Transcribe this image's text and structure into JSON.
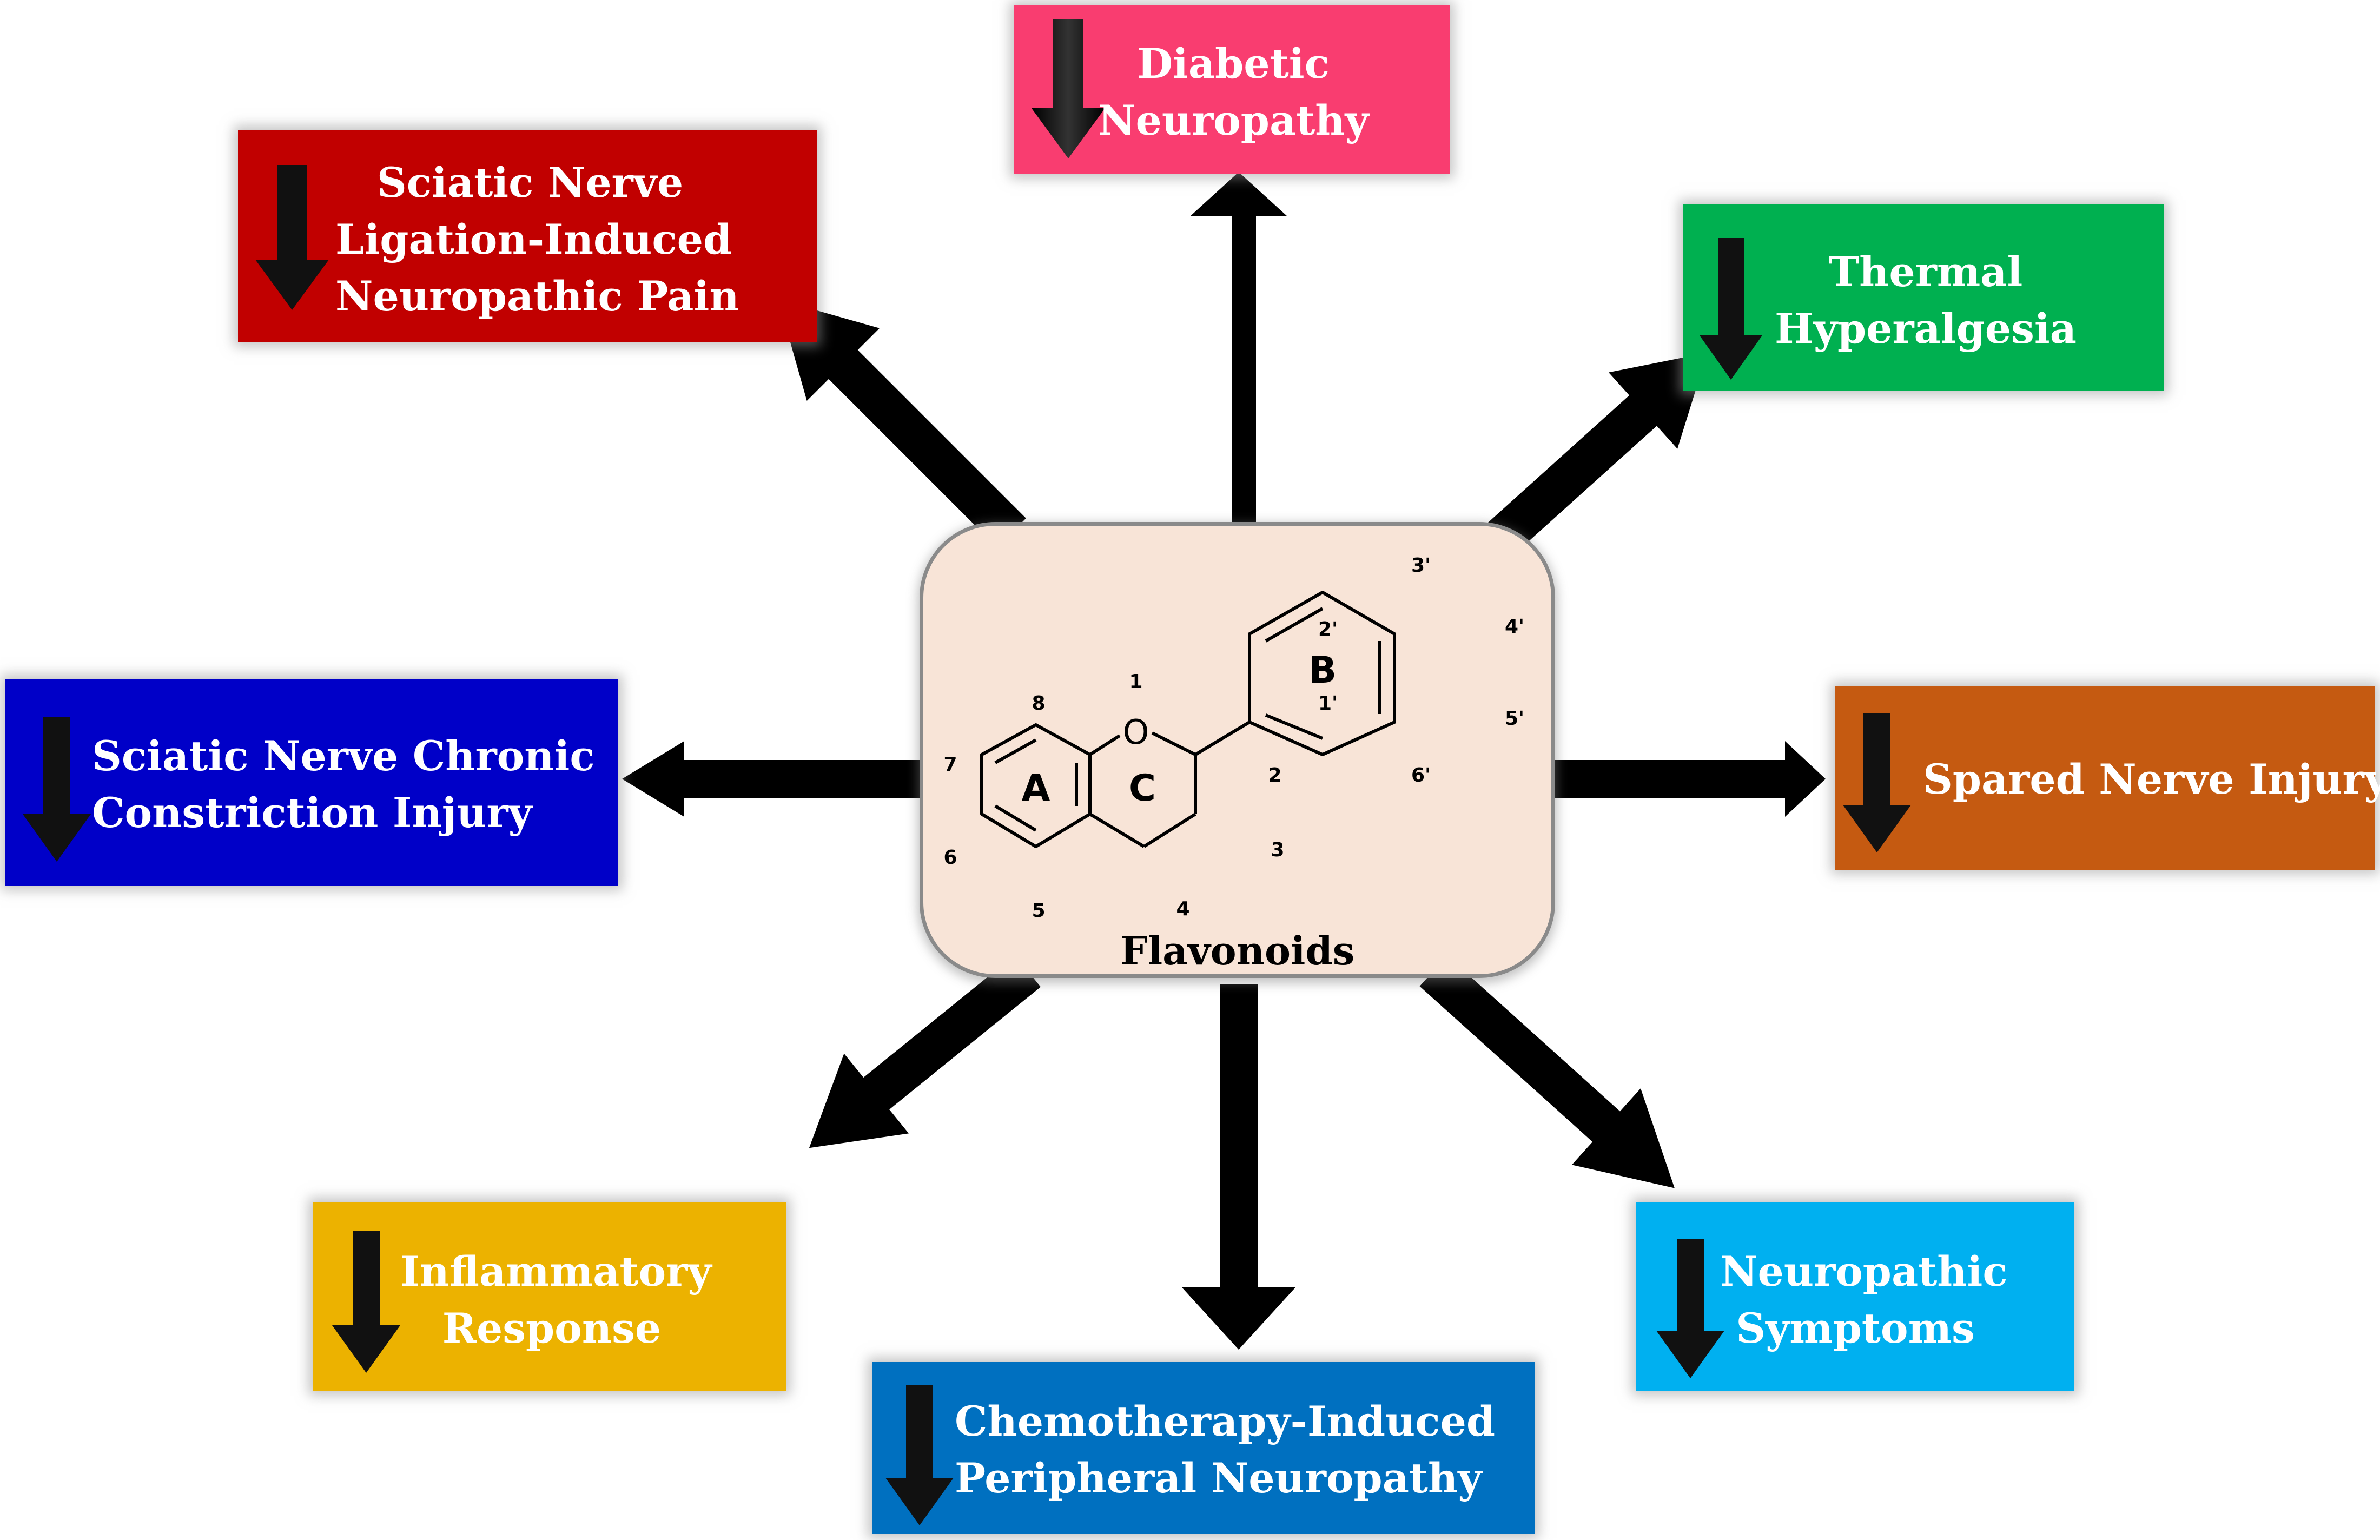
{
  "center": {
    "title": "Flavonoids",
    "rings": {
      "a": "A",
      "b": "B",
      "c": "C"
    },
    "oxygen": "O",
    "positions": {
      "p1": "1",
      "p2": "2",
      "p3": "3",
      "p4": "4",
      "p5": "5",
      "p6": "6",
      "p7": "7",
      "p8": "8",
      "p1p": "1'",
      "p2p": "2'",
      "p3p": "3'",
      "p4p": "4'",
      "p5p": "5'",
      "p6p": "6'"
    }
  },
  "outcomes": {
    "diabetic": {
      "line1": "Diabetic",
      "line2": "Neuropathy",
      "color": "#f93d70"
    },
    "sciatic_ligation": {
      "line1": "Sciatic Nerve",
      "line2": "Ligation-Induced",
      "line3": "Neuropathic Pain",
      "color": "#c10000"
    },
    "thermal": {
      "line1": "Thermal",
      "line2": "Hyperalgesia",
      "color": "#00b050"
    },
    "sciatic_cci": {
      "line1": "Sciatic Nerve Chronic",
      "line2": "Constriction Injury",
      "color": "#0000c8"
    },
    "spared": {
      "line1": "Spared Nerve Injury",
      "color": "#c55a11"
    },
    "inflammatory": {
      "line1": "Inflammatory",
      "line2": "Response",
      "color": "#ecb200"
    },
    "neuropathic_symptoms": {
      "line1": "Neuropathic",
      "line2": "Symptoms",
      "color": "#00b0f0"
    },
    "chemo": {
      "line1": "Chemotherapy-Induced",
      "line2": "Peripheral Neuropathy",
      "color": "#0070c0"
    }
  },
  "icons": {
    "decrease": "down-arrow-icon",
    "effect": "arrow-icon"
  }
}
